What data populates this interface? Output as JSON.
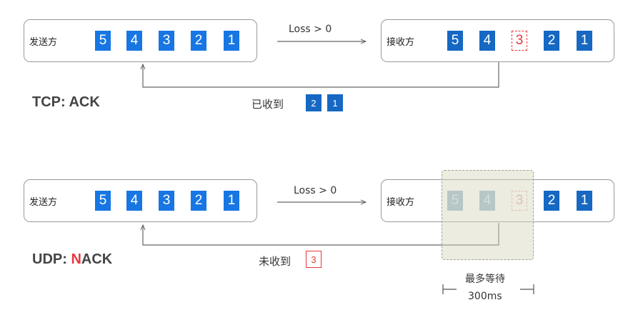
{
  "tcp": {
    "sender_label": "发送方",
    "receiver_label": "接收方",
    "sender_packets": [
      "5",
      "4",
      "3",
      "2",
      "1"
    ],
    "receiver_packets": [
      "5",
      "4",
      "3",
      "2",
      "1"
    ],
    "lost_packet": "3",
    "loss_label": "Loss > 0",
    "protocol_label": "TCP: ACK",
    "feedback_label": "已收到",
    "feedback_packets": [
      "2",
      "1"
    ]
  },
  "udp": {
    "sender_label": "发送方",
    "receiver_label": "接收方",
    "sender_packets": [
      "5",
      "4",
      "3",
      "2",
      "1"
    ],
    "receiver_packets": [
      "5",
      "4",
      "3",
      "2",
      "1"
    ],
    "lost_packet": "3",
    "loss_label": "Loss > 0",
    "protocol_prefix": "UDP: ",
    "protocol_highlight": "N",
    "protocol_suffix": "ACK",
    "feedback_label": "未收到",
    "feedback_packets": [
      "3"
    ],
    "wait_label": "最多等待",
    "wait_time": "300ms"
  },
  "colors": {
    "packet_blue": "#1776e3",
    "packet_dark": "#1668c3",
    "lost_red": "#e8383d",
    "faded": "#9fbad0",
    "overlay": "#d4d4bc"
  }
}
